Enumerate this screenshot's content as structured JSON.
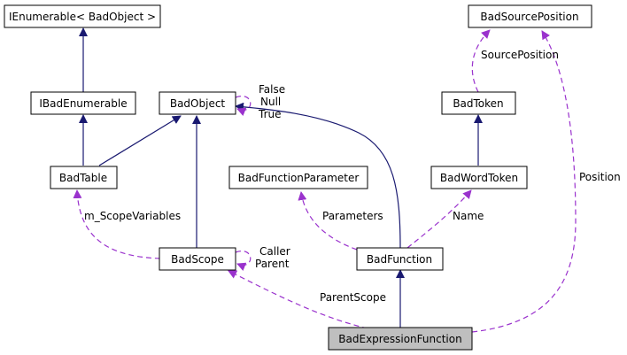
{
  "colors": {
    "inheritance": "#191970",
    "usage": "#9a32cd",
    "highlight_fill": "#bfbfbf",
    "node_fill": "#ffffff",
    "node_stroke": "#000000"
  },
  "nodes": {
    "ienumerable_bad_object": "IEnumerable< BadObject >",
    "ibad_enumerable": "IBadEnumerable",
    "bad_table": "BadTable",
    "bad_object": "BadObject",
    "bad_scope": "BadScope",
    "bad_function_parameter": "BadFunctionParameter",
    "bad_function": "BadFunction",
    "bad_source_position": "BadSourcePosition",
    "bad_token": "BadToken",
    "bad_word_token": "BadWordToken",
    "bad_expression_function": "BadExpressionFunction"
  },
  "edge_labels": {
    "bad_object_self": [
      "False",
      "Null",
      "True"
    ],
    "bad_scope_self": [
      "Caller",
      "Parent"
    ],
    "m_scope_variables": "m_ScopeVariables",
    "parameters": "Parameters",
    "name": "Name",
    "source_position": "SourcePosition",
    "position": "Position",
    "parent_scope": "ParentScope"
  }
}
